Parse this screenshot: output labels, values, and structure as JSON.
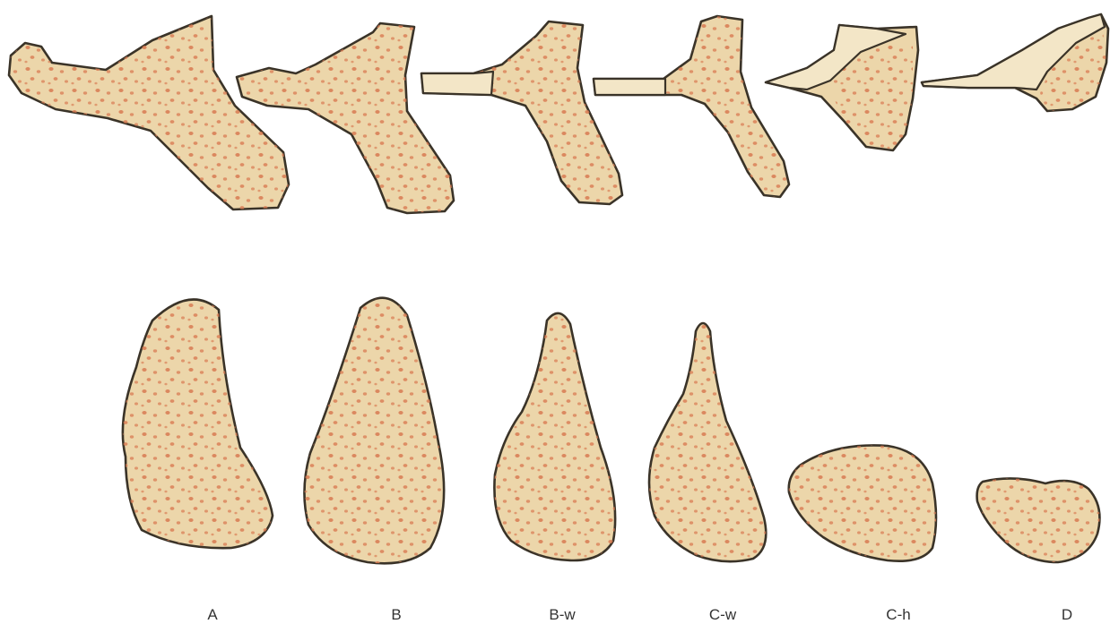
{
  "figure": {
    "labels": [
      "A",
      "B",
      "B-w",
      "C-w",
      "C-h",
      "D"
    ],
    "colors": {
      "background": "#ffffff",
      "bone_fill": "#ecd6aa",
      "cortex_fill": "#f3e6c7",
      "outline": "#3a3328",
      "pores": "#d97a52"
    }
  }
}
